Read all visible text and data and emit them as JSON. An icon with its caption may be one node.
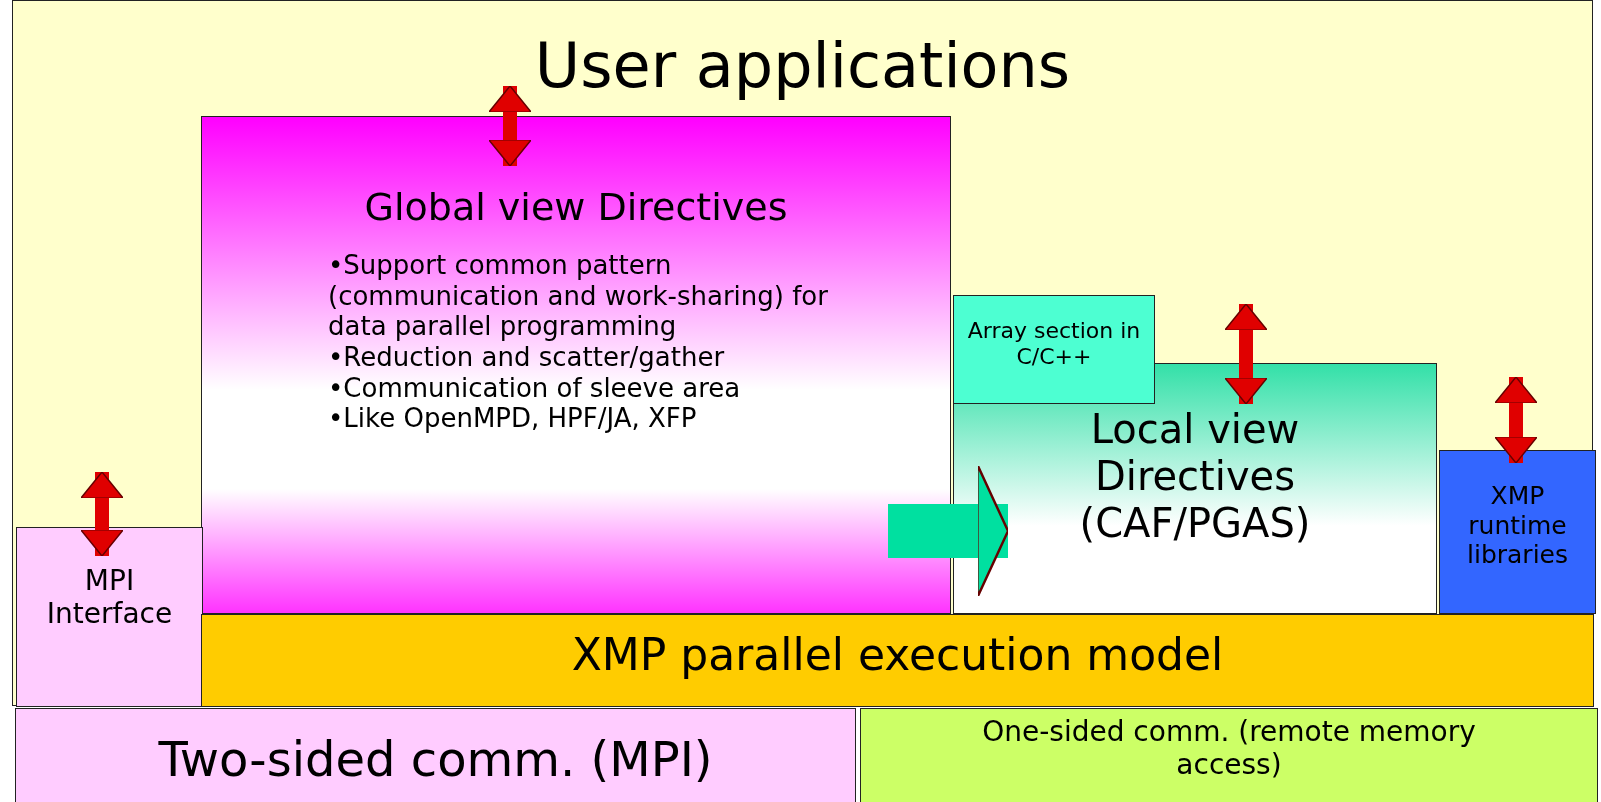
{
  "diagram": {
    "nodes": [
      {
        "text": [
          "User applications"
        ]
      },
      {
        "text": [
          "Global view Directives",
          "•Support common pattern (communication and work-sharing) for data parallel programming",
          "•Reduction and scatter/gather",
          "•Communication of sleeve area",
          "•Like OpenMPD, HPF/JA, XFP"
        ],
        "in": 0
      },
      {
        "text": [
          "Array section in C/C++"
        ],
        "in": 0
      },
      {
        "text": [
          "Local view Directives (CAF/PGAS)"
        ],
        "in": 0
      },
      {
        "text": [
          "XMP runtime libraries"
        ],
        "in": 0
      },
      {
        "text": [
          "MPI Interface"
        ],
        "in": 0
      },
      {
        "text": [
          "XMP parallel execution model"
        ],
        "in": 0
      },
      {
        "text": [
          "Two-sided comm. (MPI)"
        ]
      },
      {
        "text": [
          "One-sided comm. (remote memory access)"
        ]
      }
    ],
    "edges": [
      {
        "from": null,
        "to": 1,
        "arrow": "both"
      },
      {
        "from": null,
        "to": 3,
        "arrow": "both"
      },
      {
        "from": null,
        "to": 4,
        "arrow": "both"
      },
      {
        "from": null,
        "to": 5,
        "arrow": "both"
      },
      {
        "from": 1,
        "to": 3,
        "arrow": "to",
        "style": "thick",
        "color": "#00e0a0"
      }
    ]
  }
}
